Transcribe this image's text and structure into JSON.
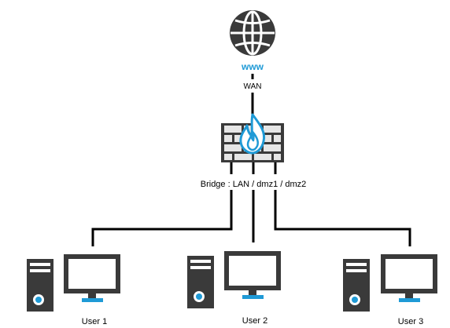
{
  "colors": {
    "dark": "#3a3a3a",
    "accent": "#1f9ad6",
    "light": "#e6e6e6",
    "wire": "#000000"
  },
  "icons": {
    "internet": "globe-icon",
    "firewall": "firewall-flame-icon",
    "tower": "computer-tower-icon",
    "monitor": "monitor-icon"
  },
  "internet": {
    "label": "www"
  },
  "wan": {
    "label": "WAN"
  },
  "firewall": {
    "bridge_label": "Bridge : LAN / dmz1 / dmz2"
  },
  "users": [
    {
      "label": "User 1"
    },
    {
      "label": "User 2"
    },
    {
      "label": "User 3"
    }
  ]
}
